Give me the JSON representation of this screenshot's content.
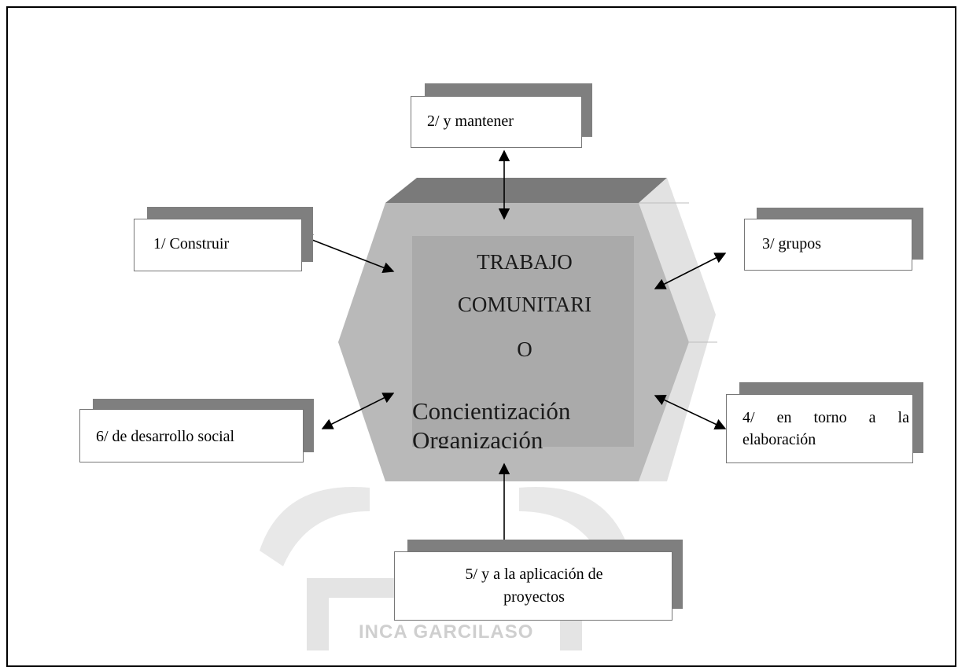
{
  "diagram": {
    "center": {
      "line1": "TRABAJO",
      "line2": "COMUNITARI",
      "line3": "O",
      "line4": "Concientización",
      "line5": "Organización"
    },
    "boxes": {
      "b1": "1/ Construir",
      "b2": "2/ y mantener",
      "b3": "3/ grupos",
      "b4_line1": "4/ en torno a la",
      "b4_line2": "elaboración",
      "b5_line1": "5/ y a la aplicación de",
      "b5_line2": "proyectos",
      "b6": "6/ de desarrollo social"
    },
    "watermark": "INCA GARCILASO"
  }
}
